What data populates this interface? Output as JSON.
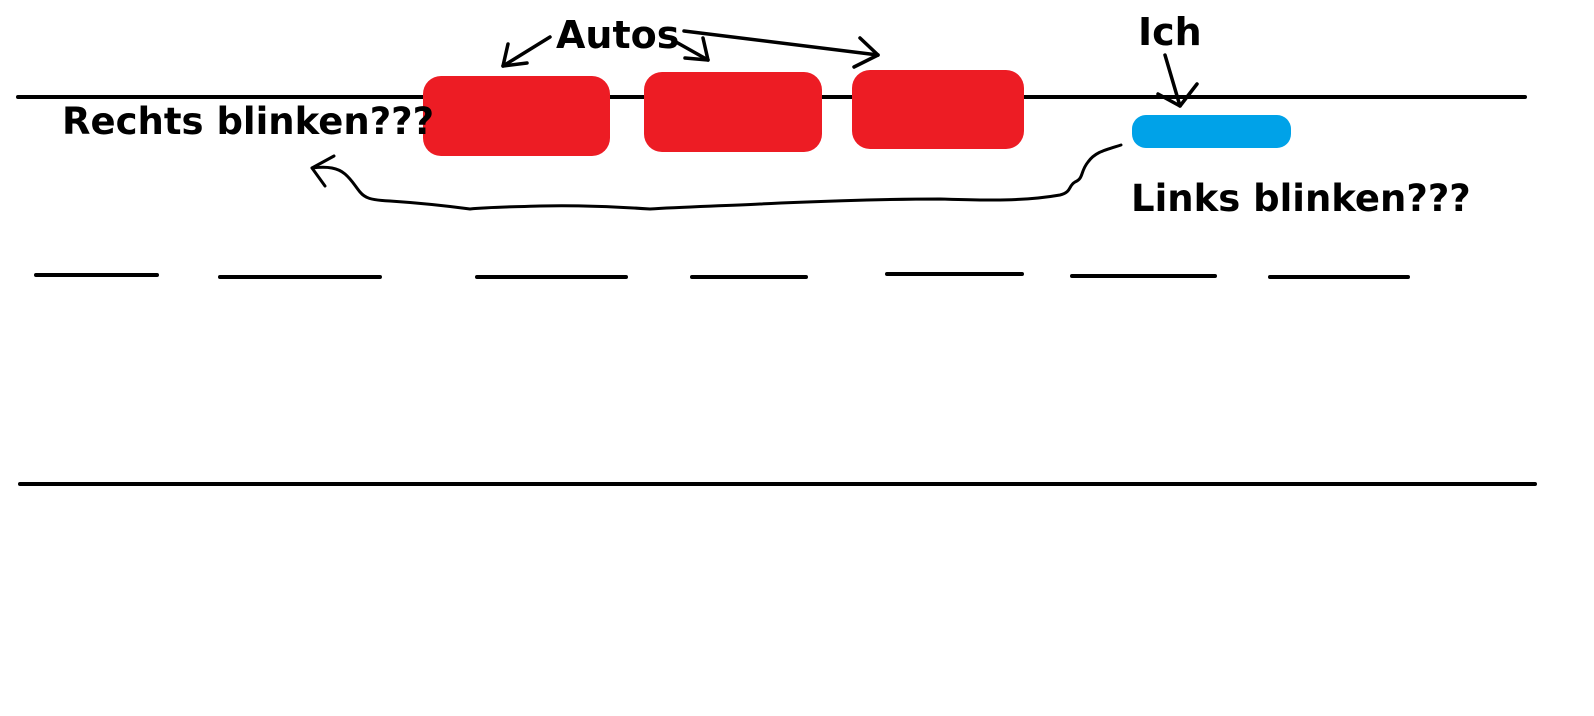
{
  "labels": {
    "cars": "Autos",
    "me": "Ich",
    "right_signal": "Rechts blinken???",
    "left_signal": "Links blinken???"
  },
  "colors": {
    "parked_car": "#ed1c24",
    "my_car": "#00a2e8",
    "line": "#000000",
    "background": "#ffffff"
  }
}
